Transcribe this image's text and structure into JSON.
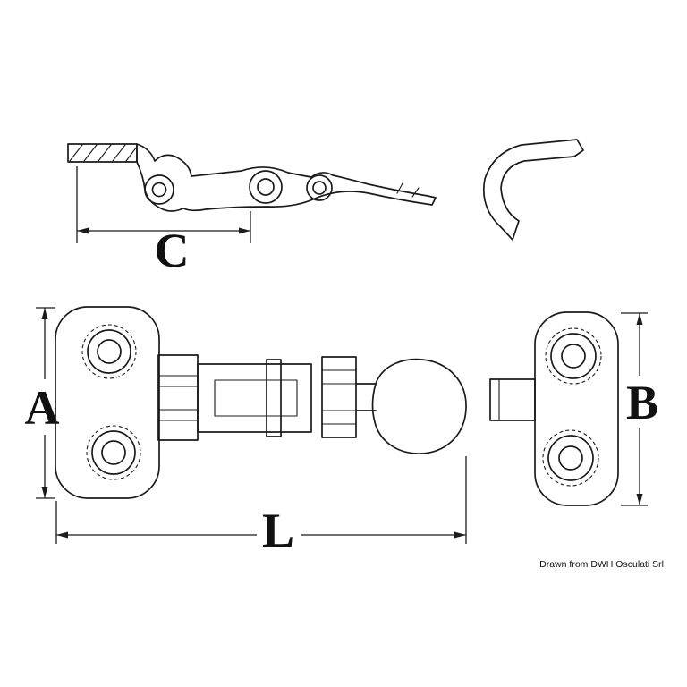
{
  "page": {
    "background_color": "#ffffff",
    "line_color": "#1b1b1b"
  },
  "drawing": {
    "type": "technical-dimension-drawing",
    "views": {
      "side_view": "latch side profile with hook lever",
      "hook_detail": "curved hook catch piece",
      "plan_view": "latch plan view with slide bolt and paddle",
      "end_view": "end mounting plate with two holes"
    },
    "dimensions": {
      "a": "A",
      "b": "B",
      "c": "C",
      "l": "L"
    },
    "credit": "Drawn from DWH Osculati Srl"
  }
}
